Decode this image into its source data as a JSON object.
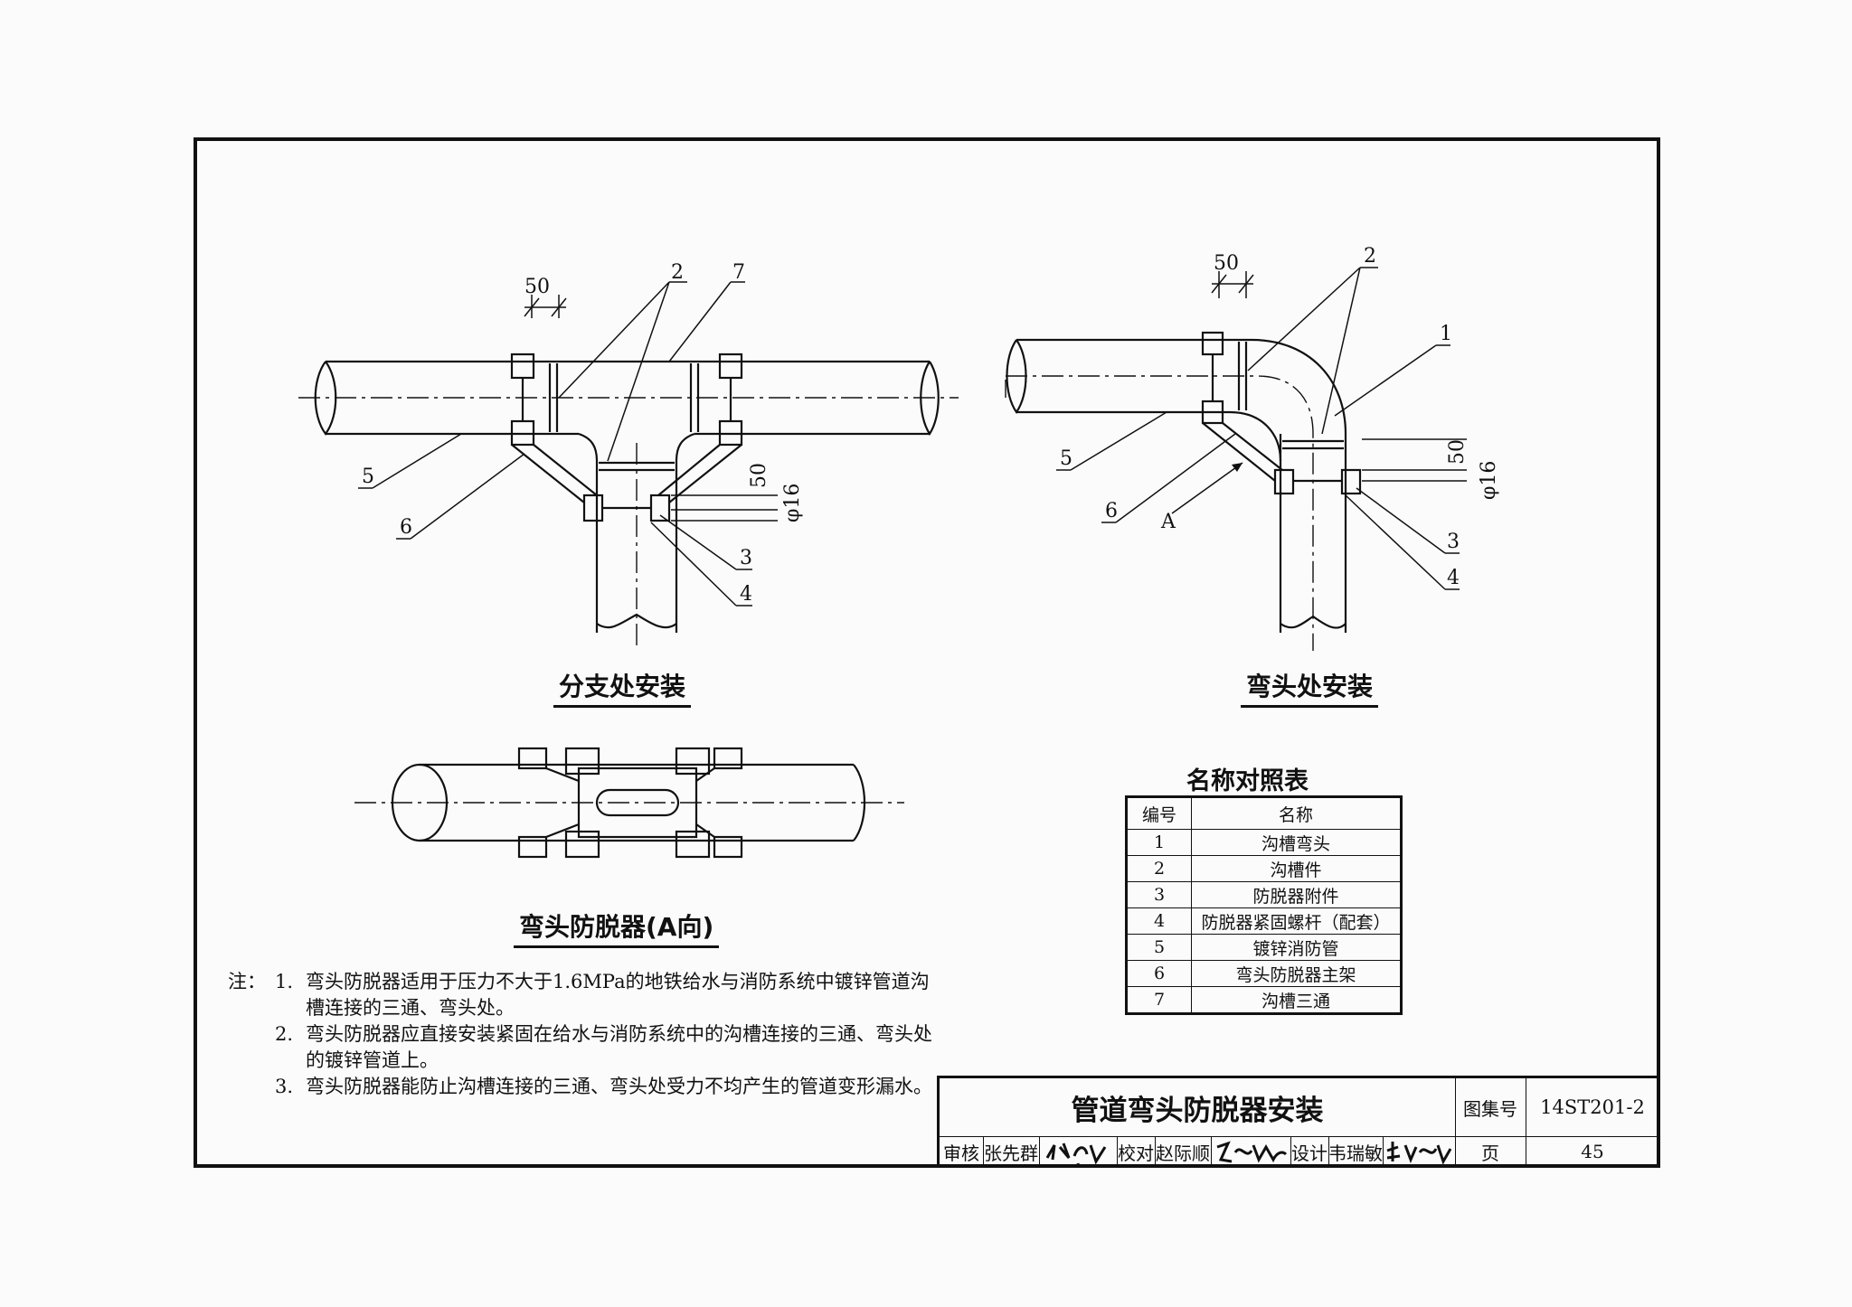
{
  "branch_view": {
    "caption": "分支处安装",
    "dim_gap": "50",
    "dim_side": "50",
    "dim_bolt": "φ16",
    "callouts": [
      "2",
      "7",
      "5",
      "6",
      "3",
      "4"
    ]
  },
  "elbow_view": {
    "caption": "弯头处安装",
    "dim_gap": "50",
    "dim_side": "50",
    "dim_bolt": "φ16",
    "callouts": [
      "2",
      "1",
      "5",
      "6",
      "A",
      "3",
      "4"
    ]
  },
  "a_view": {
    "caption": "弯头防脱器(A向)"
  },
  "name_table": {
    "title": "名称对照表",
    "headers": [
      "编号",
      "名称"
    ],
    "rows": [
      {
        "no": "1",
        "name": "沟槽弯头"
      },
      {
        "no": "2",
        "name": "沟槽件"
      },
      {
        "no": "3",
        "name": "防脱器附件"
      },
      {
        "no": "4",
        "name": "防脱器紧固螺杆（配套）"
      },
      {
        "no": "5",
        "name": "镀锌消防管"
      },
      {
        "no": "6",
        "name": "弯头防脱器主架"
      },
      {
        "no": "7",
        "name": "沟槽三通"
      }
    ]
  },
  "notes": {
    "label": "注：",
    "items": [
      {
        "no": "1.",
        "text": "弯头防脱器适用于压力不大于1.6MPa的地铁给水与消防系统中镀锌管道沟槽连接的三通、弯头处。"
      },
      {
        "no": "2.",
        "text": "弯头防脱器应直接安装紧固在给水与消防系统中的沟槽连接的三通、弯头处的镀锌管道上。"
      },
      {
        "no": "3.",
        "text": "弯头防脱器能防止沟槽连接的三通、弯头处受力不均产生的管道变形漏水。"
      }
    ]
  },
  "title_block": {
    "drawing_title": "管道弯头防脱器安装",
    "atlas_label": "图集号",
    "atlas_no": "14ST201-2",
    "review_label": "审核",
    "reviewer": "张先群",
    "check_label": "校对",
    "checker": "赵际顺",
    "design_label": "设计",
    "designer": "韦瑞敏",
    "page_label": "页",
    "page_no": "45"
  }
}
